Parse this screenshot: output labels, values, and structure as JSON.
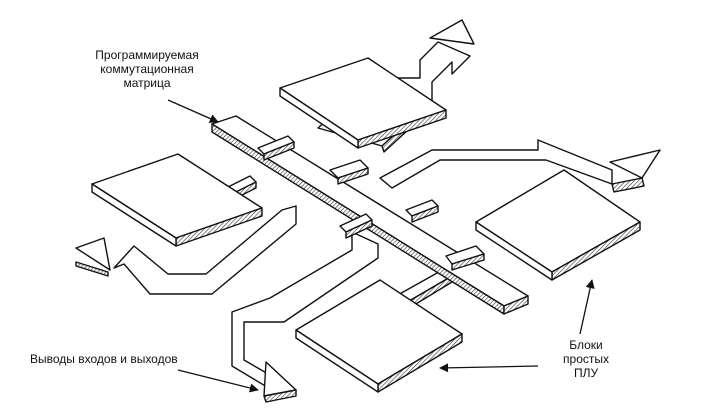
{
  "labels": {
    "matrix": {
      "line1": "Программируемая",
      "line2": "коммутационная",
      "line3": "матрица"
    },
    "io_pins": "Выводы входов и выходов",
    "blocks": {
      "line1": "Блоки",
      "line2": "простых",
      "line3": "ПЛУ"
    }
  },
  "colors": {
    "line": "#111111",
    "fill": "#ffffff",
    "hatch": "#333333"
  }
}
